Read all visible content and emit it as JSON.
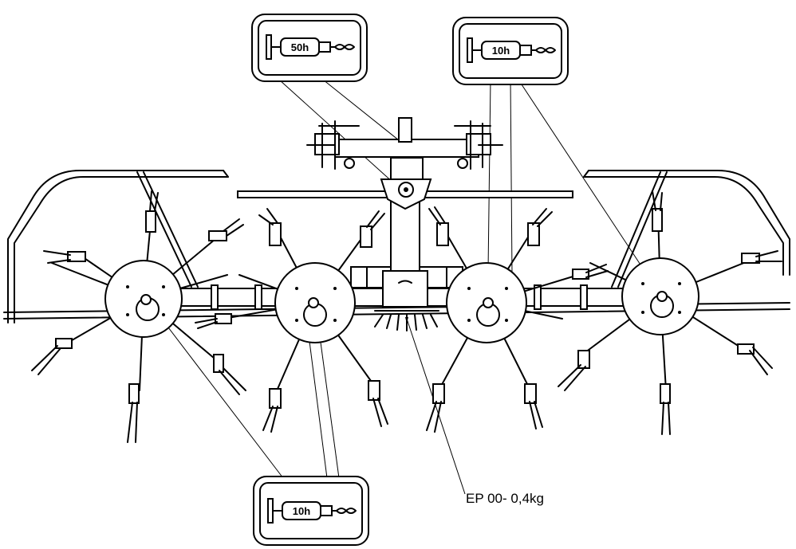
{
  "diagram": {
    "callouts": [
      {
        "id": "grease-top-left",
        "interval": "50h"
      },
      {
        "id": "grease-top-right",
        "interval": "10h"
      },
      {
        "id": "grease-bottom",
        "interval": "10h"
      }
    ],
    "note": "EP 00- 0,4kg",
    "colors": {
      "ink": "#000000",
      "paper": "#ffffff"
    },
    "icons": [
      "grease-gun-icon",
      "oil-drop-icon"
    ]
  }
}
